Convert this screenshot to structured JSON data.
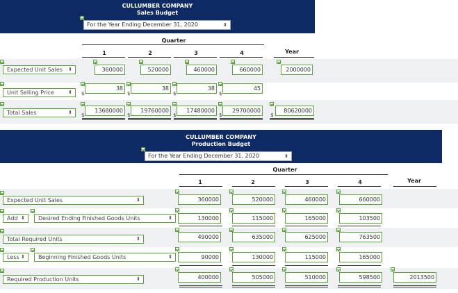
{
  "sales_budget": {
    "company": "CULLUMBER COMPANY",
    "title": "Sales Budget",
    "period": "For the Year Ending December 31, 2020",
    "quarter_label": "Quarter",
    "columns": [
      "1",
      "2",
      "3",
      "4",
      "Year"
    ],
    "rows": [
      {
        "label": "Expected Unit Sales",
        "values": [
          "360000",
          "520000",
          "460000",
          "660000",
          "2000000"
        ]
      },
      {
        "label": "Unit Selling Price",
        "values": [
          "38",
          "38",
          "38",
          "45"
        ]
      },
      {
        "label": "Total Sales",
        "values": [
          "13680000",
          "19760000",
          "17480000",
          "29700000",
          "80620000"
        ]
      }
    ],
    "currency_symbol": "$"
  },
  "production_budget": {
    "company": "CULLUMBER COMPANY",
    "title": "Production Budget",
    "period": "For the Year Ending December 31, 2020",
    "quarter_label": "Quarter",
    "columns": [
      "1",
      "2",
      "3",
      "4",
      "Year"
    ],
    "rows": [
      {
        "label": "Expected Unit Sales",
        "values": [
          "360000",
          "520000",
          "460000",
          "660000"
        ]
      },
      {
        "operator": "Add",
        "label": "Desired Ending Finished Goods Units",
        "values": [
          "130000",
          "115000",
          "165000",
          "103500"
        ]
      },
      {
        "label": "Total Required Units",
        "values": [
          "490000",
          "635000",
          "625000",
          "763500"
        ]
      },
      {
        "operator": "Less",
        "label": "Beginning Finished Goods Units",
        "values": [
          "90000",
          "130000",
          "115000",
          "165000"
        ]
      },
      {
        "label": "Required Production Units",
        "values": [
          "400000",
          "505000",
          "510000",
          "598500",
          "2013500"
        ]
      }
    ]
  },
  "colors": {
    "header_bg": "#0d2a64",
    "correct_border": "#5ba33b"
  }
}
